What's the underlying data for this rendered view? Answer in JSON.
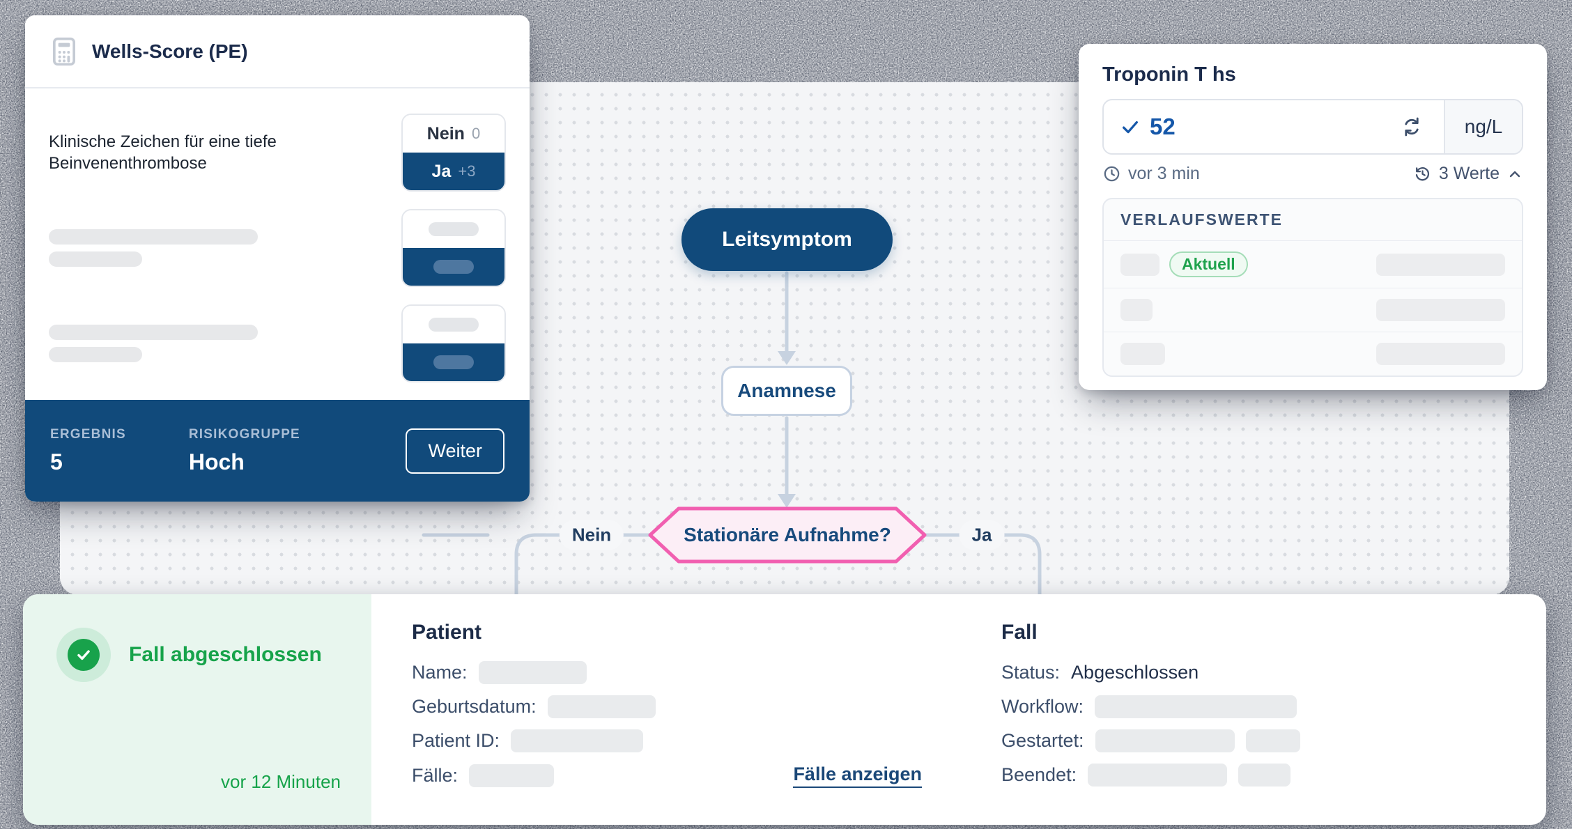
{
  "wells_card": {
    "icon": "calculator-icon",
    "title": "Wells-Score (PE)",
    "question": "Klinische Zeichen für eine tiefe Beinvenenthrombose",
    "toggle": {
      "no_label": "Nein",
      "no_score": "0",
      "yes_label": "Ja",
      "yes_score": "+3"
    },
    "footer": {
      "result_label": "ERGEBNIS",
      "result_value": "5",
      "risk_label": "RISIKOGRUPPE",
      "risk_value": "Hoch",
      "next_label": "Weiter"
    }
  },
  "troponin_card": {
    "title": "Troponin T hs",
    "value": "52",
    "unit": "ng/L",
    "updated": "vor 3 min",
    "history_toggle": "3 Werte",
    "history_panel": {
      "title": "VERLAUFSWERTE",
      "current_badge": "Aktuell"
    }
  },
  "flowchart": {
    "start_node": "Leitsymptom",
    "anamnese_node": "Anamnese",
    "decision_node": "Stationäre Aufnahme?",
    "branch_no": "Nein",
    "branch_yes": "Ja"
  },
  "completion_panel": {
    "title": "Fall abgeschlossen",
    "timestamp": "vor 12 Minuten"
  },
  "patient_section": {
    "title": "Patient",
    "name_label": "Name:",
    "birthdate_label": "Geburtsdatum:",
    "patient_id_label": "Patient ID:",
    "cases_label": "Fälle:",
    "cases_link": "Fälle anzeigen"
  },
  "case_section": {
    "title": "Fall",
    "status_label": "Status:",
    "status_value": "Abgeschlossen",
    "workflow_label": "Workflow:",
    "started_label": "Gestartet:",
    "ended_label": "Beendet:"
  },
  "icons": {
    "wells_header": "calculator-icon",
    "value_state": "check-icon",
    "refresh": "refresh-icon",
    "updated": "clock-icon",
    "history": "history-icon",
    "collapse": "chevron-up-icon",
    "completion": "check-circle-icon"
  },
  "colors": {
    "primary_navy": "#114A7B",
    "value_blue": "#1557A9",
    "decision_pink": "#F15FB0",
    "success_green": "#16A34A"
  }
}
